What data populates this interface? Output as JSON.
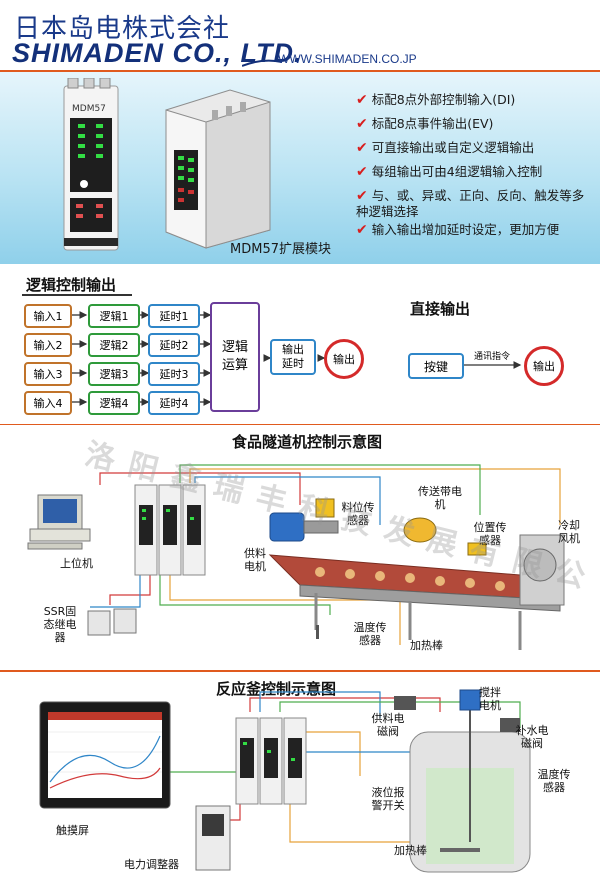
{
  "header": {
    "company_jp": "日本岛电株式会社",
    "company_en": "SHIMADEN CO., LTD.",
    "website": "WWW.SHIMADEN.CO.JP"
  },
  "product": {
    "module_caption": "MDM57扩展模块",
    "device_label": "MDM57",
    "features": [
      "标配8点外部控制输入(DI)",
      "标配8点事件输出(EV)",
      "可直接输出或自定义逻辑输出",
      "每组输出可由4组逻辑输入控制",
      "与、或、异或、正向、反向、触发等多种逻辑选择",
      "输入输出增加延时设定，更加方便"
    ]
  },
  "logic": {
    "title": "逻辑控制输出",
    "inputs": [
      "输入1",
      "输入2",
      "输入3",
      "输入4"
    ],
    "logics": [
      "逻辑1",
      "逻辑2",
      "逻辑3",
      "逻辑4"
    ],
    "delays": [
      "延时1",
      "延时2",
      "延时3",
      "延时4"
    ],
    "operation": "逻辑运算",
    "output_delay": "输出延时",
    "output": "输出"
  },
  "direct": {
    "title": "直接输出",
    "key": "按键",
    "command": "通讯指令",
    "output": "输出"
  },
  "food": {
    "title": "食品隧道机控制示意图",
    "labels": {
      "host": "上位机",
      "ssr": "SSR固态继电器",
      "feed_motor": "供料电机",
      "material_sensor": "料位传感器",
      "conveyor_motor": "传送带电机",
      "position_sensor": "位置传感器",
      "cooling_fan": "冷却风机",
      "temp_sensor": "温度传感器",
      "heater": "加热棒"
    }
  },
  "reactor": {
    "title": "反应釜控制示意图",
    "labels": {
      "touchscreen": "触摸屏",
      "power_regulator": "电力调整器",
      "stir_motor": "搅拌电机",
      "feed_valve": "供料电磁阀",
      "water_valve": "补水电磁阀",
      "temp_sensor": "温度传感器",
      "level_switch": "液位报警开关",
      "heater": "加热棒"
    }
  },
  "watermark": "洛阳鑫瑞丰科技发展有限公司",
  "colors": {
    "brand": "#13307a",
    "check": "#d81e1e",
    "input_border": "#c0732a",
    "logic_border": "#2e9a3a",
    "delay_border": "#2f86c8",
    "operation_border": "#6a3d9a",
    "output_circle": "#d42a2a",
    "divider": "#e05a1e"
  }
}
